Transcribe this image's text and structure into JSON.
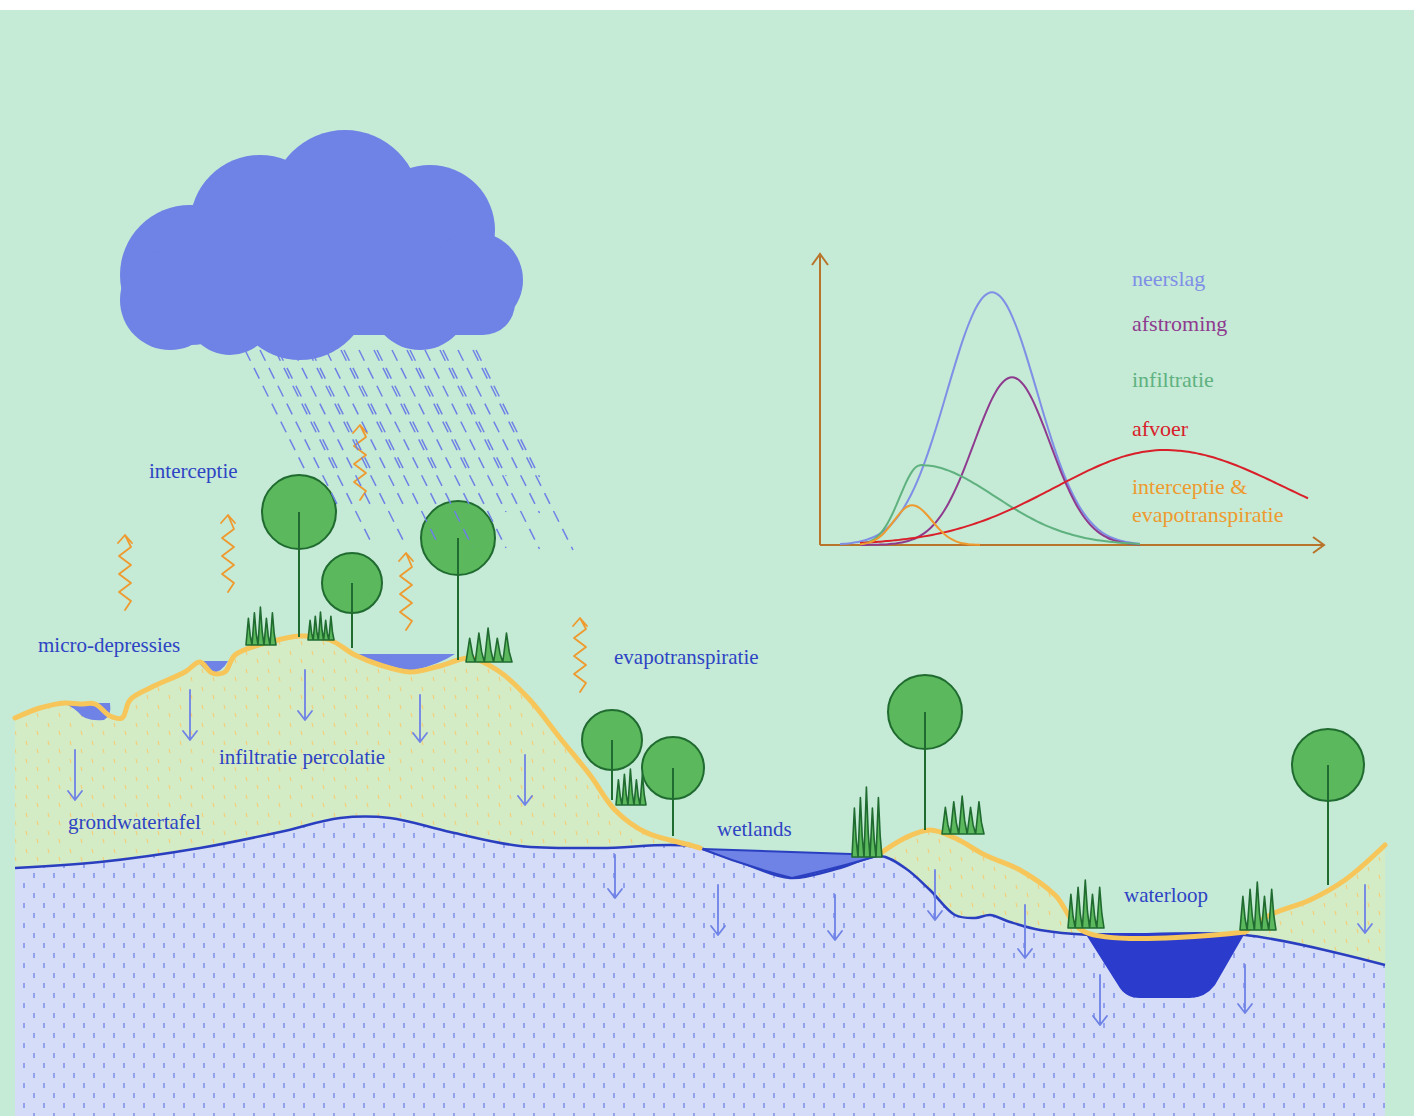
{
  "diagram": {
    "labels": [
      "interceptie",
      "micro-depressies",
      "evapotranspiratie",
      "infiltratie percolatie",
      "grondwatertafel",
      "wetlands",
      "waterloop"
    ],
    "legend": [
      {
        "text": "neerslag",
        "color": "#7f8fe6"
      },
      {
        "text": "afstroming",
        "color": "#8e3a8e"
      },
      {
        "text": "infiltratie",
        "color": "#5fb27f"
      },
      {
        "text": "afvoer",
        "color": "#d9202a"
      },
      {
        "text": "interceptie & evapotranspiratie",
        "color": "#ee9a2e"
      }
    ]
  }
}
